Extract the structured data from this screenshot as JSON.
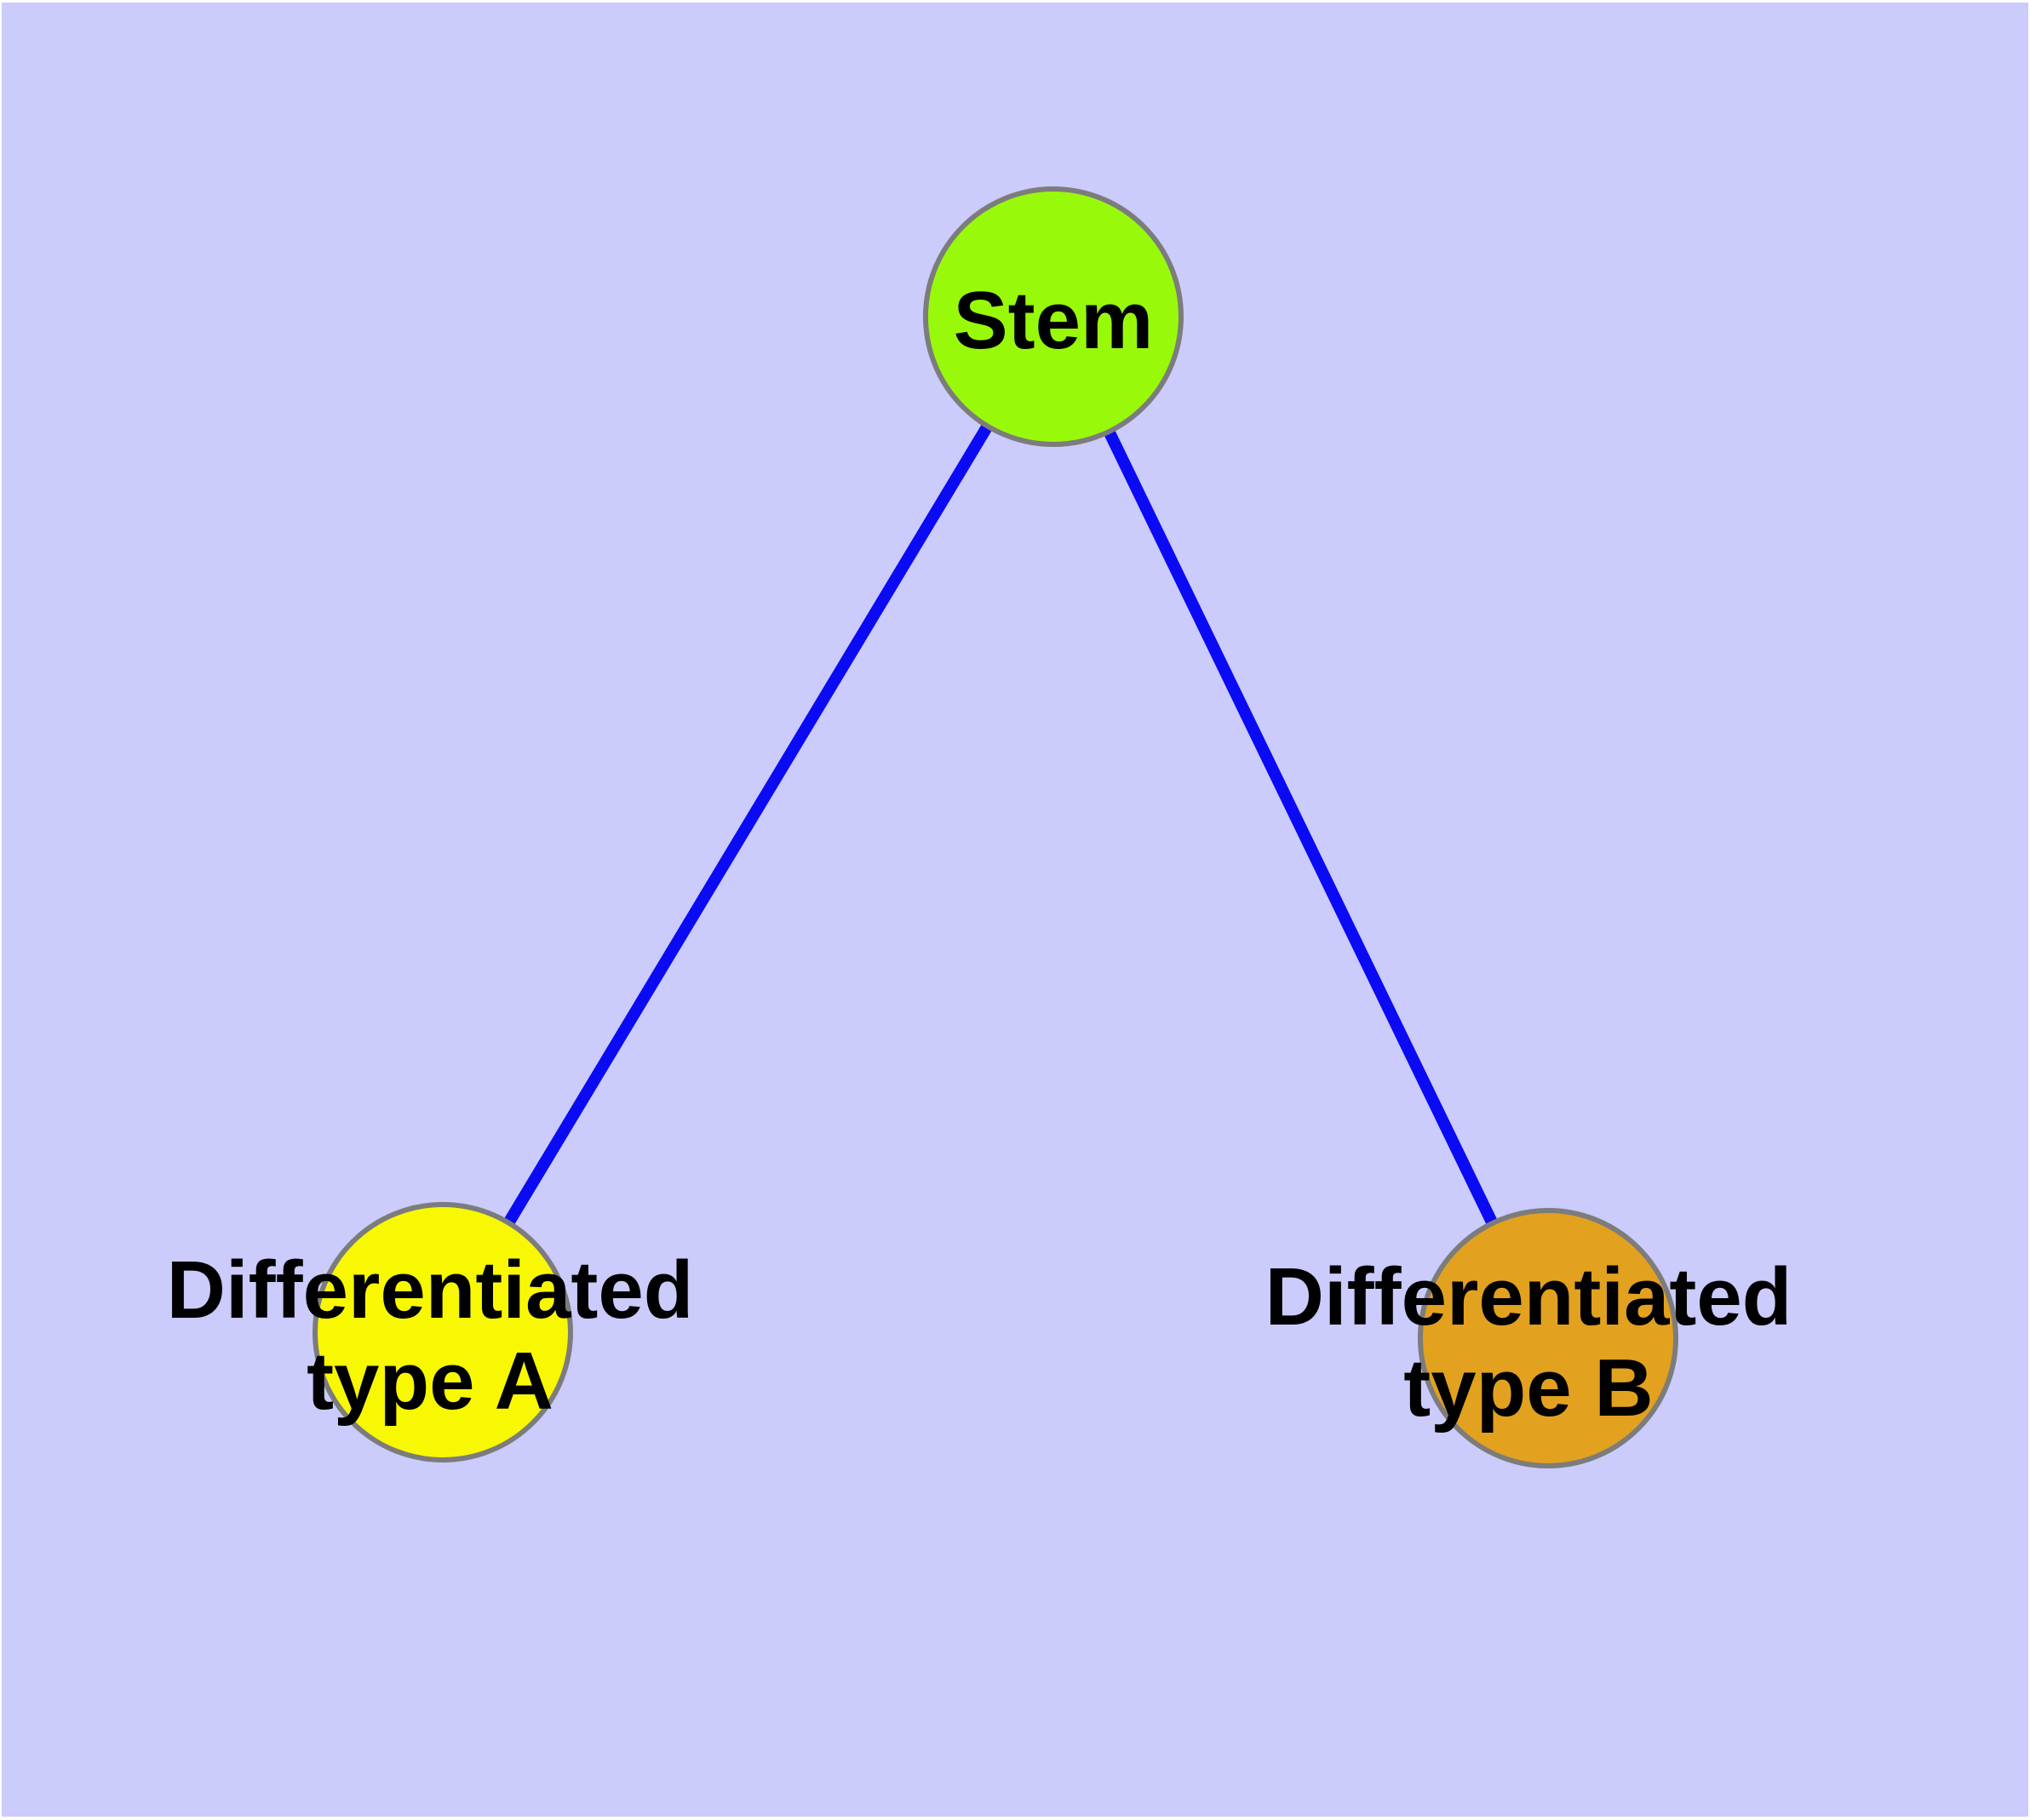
{
  "figure": {
    "type": "network-diagram",
    "background_color": "#CBCBFC",
    "margin_color": "#FFFFFF",
    "label_text_color": "#000000",
    "node_border_color": "#7C7C7C",
    "edge_color": "#0A0AF5"
  },
  "graph": {
    "nodes": [
      {
        "id": "stem",
        "label": "Stem",
        "lines": [
          "Stem"
        ],
        "fill": "#98FA0A"
      },
      {
        "id": "differentiated-type-a",
        "label": "Differentiated type A",
        "lines": [
          "Differentiated",
          "type A"
        ],
        "fill": "#F8F803"
      },
      {
        "id": "differentiated-type-b",
        "label": "Differentiated type B",
        "lines": [
          "Differentiated",
          "type B"
        ],
        "fill": "#E2A11F"
      }
    ],
    "edges": [
      {
        "from": "stem",
        "to": "differentiated-type-a",
        "color": "#0A0AF5"
      },
      {
        "from": "stem",
        "to": "differentiated-type-b",
        "color": "#0A0AF5"
      }
    ]
  }
}
